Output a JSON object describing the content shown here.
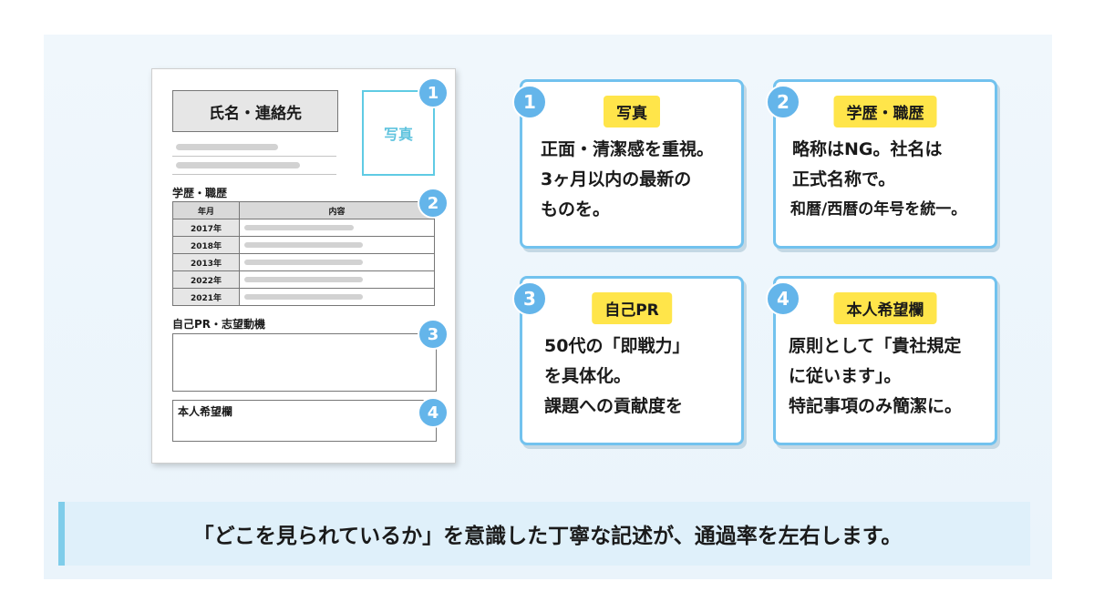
{
  "resume": {
    "name_label": "氏名・連絡先",
    "photo_label": "写真",
    "history_section": "学歴・職歴",
    "table_headers": [
      "年月",
      "内容"
    ],
    "years": [
      "2017年",
      "2018年",
      "2013年",
      "2022年",
      "2021年"
    ],
    "pr_section": "自己PR・志望動機",
    "wish_section": "本人希望欄"
  },
  "markers": [
    "1",
    "2",
    "3",
    "4"
  ],
  "cards": [
    {
      "number": "1",
      "title": "写真",
      "lines": [
        "正面・清潔感を重視。",
        "3ヶ月以内の最新の",
        "ものを。"
      ]
    },
    {
      "number": "2",
      "title": "学歴・職歴",
      "lines": [
        "略称はNG。社名は",
        "正式名称で。",
        "和暦/西暦の年号を統一。"
      ]
    },
    {
      "number": "3",
      "title": "自己PR",
      "lines": [
        "50代の「即戦力」",
        "を具体化。",
        "課題への貢献度を"
      ]
    },
    {
      "number": "4",
      "title": "本人希望欄",
      "lines": [
        "原則として「貴社規定",
        "に従います」。",
        "特記事項のみ簡潔に。"
      ]
    }
  ],
  "banner": "「どこを見られているか」を意識した丁寧な記述が、通過率を左右します。",
  "colors": {
    "accent_blue": "#64b5ea",
    "card_border": "#72c2ee",
    "tag_yellow": "#ffe54a",
    "photo_cyan": "#5fcbe4"
  }
}
